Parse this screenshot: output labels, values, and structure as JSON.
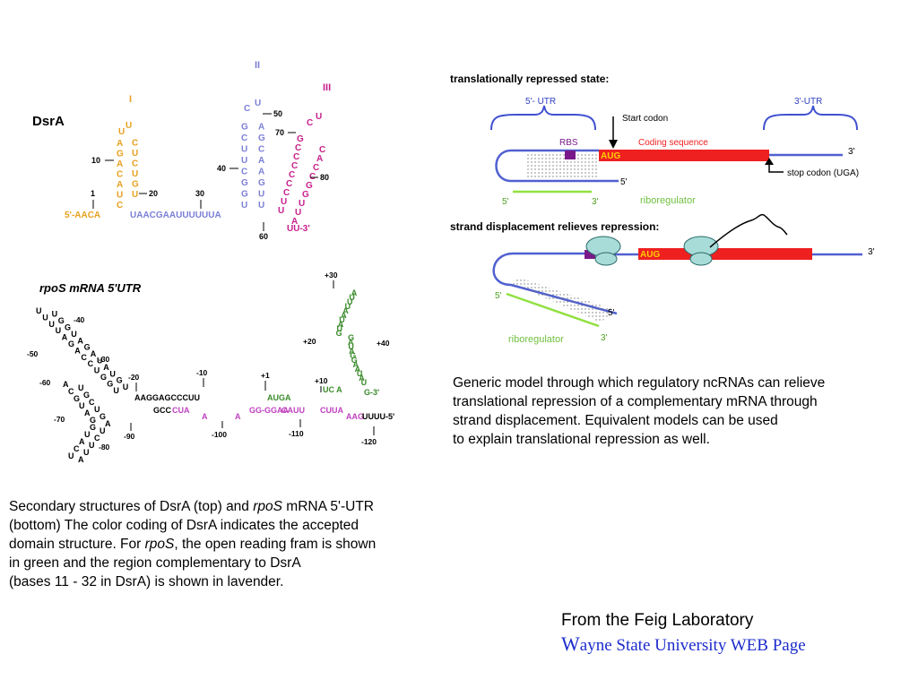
{
  "dsra": {
    "title": "DsrA",
    "domain_labels": {
      "d1": "I",
      "d2": "II",
      "d3": "III"
    },
    "end5": "5'-AACA",
    "loop_seq": "UAACGAAUUUUUUA",
    "stem1_left": [
      "C",
      "U",
      "A",
      "C",
      "A",
      "G",
      "A"
    ],
    "stem1_right": [
      "U",
      "G",
      "U",
      "C",
      "U",
      "C"
    ],
    "stem1_loop": [
      "U",
      "U"
    ],
    "stem2_left": [
      "U",
      "G",
      "G",
      "C",
      "U",
      "U",
      "C",
      "G"
    ],
    "stem2_right": [
      "U",
      "U",
      "G",
      "A",
      "A",
      "C",
      "G",
      "A"
    ],
    "stem2_loop": [
      "C",
      "U"
    ],
    "stem3_left": [
      "U",
      "U",
      "C",
      "C",
      "C",
      "C",
      "C",
      "C",
      "G"
    ],
    "stem3_right": [
      "A",
      "U",
      "U",
      "G",
      "G",
      "C",
      "C",
      "A",
      "C"
    ],
    "stem3_loop": [
      "C",
      "U"
    ],
    "end3": "UU-3'",
    "num_labels": [
      "10",
      "1",
      "20",
      "30",
      "40",
      "50",
      "60",
      "70",
      "80"
    ]
  },
  "rpos": {
    "title": "rpoS mRNA 5'UTR",
    "num_labels": [
      "-40",
      "-30",
      "-50",
      "-60",
      "-20",
      "-10",
      "+1",
      "+10",
      "-70",
      "-80",
      "-90",
      "-100",
      "-110",
      "-120",
      "+20",
      "+30",
      "+40"
    ],
    "seg_main": "GCC",
    "seg_lav1": "CUA",
    "seg_lav2": "A",
    "seg_lav3": "A",
    "seg_lav4": "GG-GGAA",
    "seg_green1": "CAUU",
    "seg_green2": "CUUA",
    "seg_red": "AAG",
    "seg_tail": "UUUU-5'",
    "seg_top": "AAGGAGCCCUU",
    "aug": "AUGA",
    "ucaa": "UC A",
    "end3": "G-3'"
  },
  "model": {
    "state1": "translationally repressed state:",
    "utr5": "5'- UTR",
    "utr3": "3'-UTR",
    "start_codon": "Start codon",
    "rbs": "RBS",
    "coding": "Coding sequence",
    "aug": "AUG",
    "prime3": "3'",
    "prime5": "5'",
    "stop_codon": "stop codon (UGA)",
    "riboregulator": "riboregulator",
    "state2": "strand displacement relieves repression:"
  },
  "captions": {
    "right": [
      "Generic model through which regulatory ncRNAs can relieve",
      "translational repression of a complementary mRNA through",
      "strand displacement. Equivalent models can be used",
      "to explain translational repression as well."
    ],
    "left": {
      "l1a": "Secondary structures of DsrA (top) and ",
      "l1b": "rpoS",
      "l1c": " mRNA 5'-UTR",
      "l2": "(bottom) The color coding of DsrA indicates the accepted",
      "l3a": "domain structure. For ",
      "l3b": "rpoS",
      "l3c": ", the open reading fram is shown",
      "l4": "in green and the region complementary to DsrA",
      "l5": "(bases 11 - 32 in DsrA) is shown in lavender."
    }
  },
  "credit": {
    "lab": "From the Feig Laboratory",
    "link_initial": "W",
    "link_rest": "ayne State University WEB Page"
  },
  "colors": {
    "orange": "#e8a020",
    "lavender": "#7b7fd6",
    "magenta": "#c8208c",
    "green": "#3a8a2a",
    "red": "#ee2020",
    "strand": "#5060d0",
    "lime": "#90e040",
    "ribosome": "#a8dcd8",
    "purple": "#7a1a8a"
  }
}
